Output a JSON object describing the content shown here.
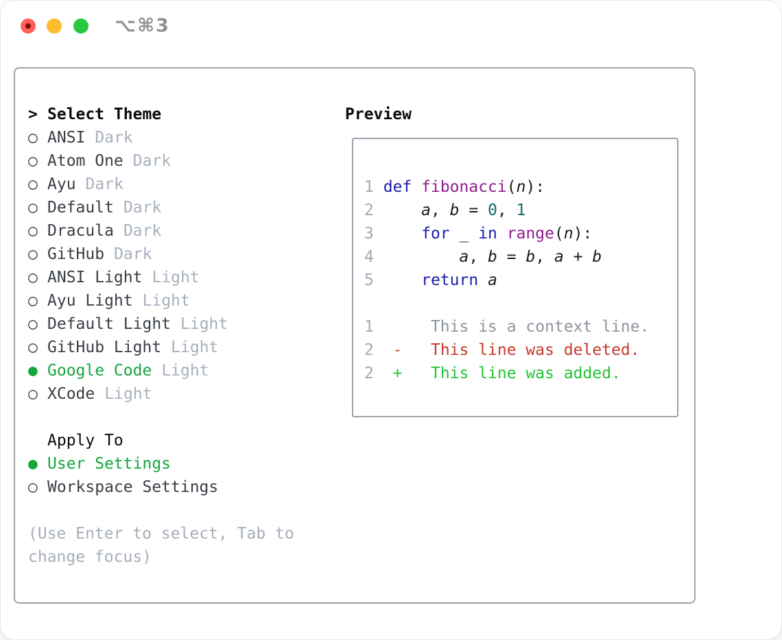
{
  "window": {
    "title": "⌥⌘3"
  },
  "colors": {
    "accent_selected": "#14a73c",
    "item_text": "#383e45",
    "variant_text": "#a7b0bd",
    "header_text": "#0b0b0b",
    "hint_text": "#a6aeb9",
    "panel_border": "#9aa3ad",
    "line_number": "#9fa9b6",
    "keyword": "#1c1caf",
    "function_name": "#8e1d90",
    "number_literal": "#0d6868",
    "plain_code": "#1b1b1b",
    "diff_context": "#8d949d",
    "diff_deleted": "#c43b2a",
    "diff_added": "#22c436",
    "traffic_red": "#ff5f57",
    "traffic_red_dot": "#7e0d08",
    "traffic_yellow": "#febc2e",
    "traffic_green": "#28c840",
    "window_title": "#8e9095"
  },
  "theme_panel": {
    "header": {
      "prefix": ">",
      "label": "Select Theme"
    },
    "unselected_marker": "○",
    "selected_marker": "●",
    "items": [
      {
        "name": "ANSI",
        "variant": "Dark",
        "selected": false
      },
      {
        "name": "Atom One",
        "variant": "Dark",
        "selected": false
      },
      {
        "name": "Ayu",
        "variant": "Dark",
        "selected": false
      },
      {
        "name": "Default",
        "variant": "Dark",
        "selected": false
      },
      {
        "name": "Dracula",
        "variant": "Dark",
        "selected": false
      },
      {
        "name": "GitHub",
        "variant": "Dark",
        "selected": false
      },
      {
        "name": "ANSI Light",
        "variant": "Light",
        "selected": false
      },
      {
        "name": "Ayu Light",
        "variant": "Light",
        "selected": false
      },
      {
        "name": "Default Light",
        "variant": "Light",
        "selected": false
      },
      {
        "name": "GitHub Light",
        "variant": "Light",
        "selected": false
      },
      {
        "name": "Google Code",
        "variant": "Light",
        "selected": true
      },
      {
        "name": "XCode",
        "variant": "Light",
        "selected": false
      }
    ],
    "apply_to": {
      "label": "Apply To",
      "options": [
        {
          "label": "User Settings",
          "selected": true
        },
        {
          "label": "Workspace Settings",
          "selected": false
        }
      ]
    },
    "hint_lines": [
      "(Use Enter to select, Tab to",
      "change focus)"
    ]
  },
  "preview": {
    "label": "Preview",
    "lines": [
      {
        "tokens": [
          {
            "t": "1",
            "c": "ln"
          },
          {
            "t": " ",
            "c": "pl"
          },
          {
            "t": "def",
            "c": "kw"
          },
          {
            "t": " ",
            "c": "pl"
          },
          {
            "t": "fibonacci",
            "c": "fn"
          },
          {
            "t": "(",
            "c": "pl"
          },
          {
            "t": "n",
            "c": "var"
          },
          {
            "t": "):",
            "c": "pl"
          }
        ]
      },
      {
        "tokens": [
          {
            "t": "2",
            "c": "ln"
          },
          {
            "t": "     ",
            "c": "pl"
          },
          {
            "t": "a",
            "c": "var"
          },
          {
            "t": ", ",
            "c": "pl"
          },
          {
            "t": "b",
            "c": "var"
          },
          {
            "t": " = ",
            "c": "pl"
          },
          {
            "t": "0",
            "c": "num"
          },
          {
            "t": ", ",
            "c": "pl"
          },
          {
            "t": "1",
            "c": "num"
          }
        ]
      },
      {
        "tokens": [
          {
            "t": "3",
            "c": "ln"
          },
          {
            "t": "     ",
            "c": "pl"
          },
          {
            "t": "for",
            "c": "kw"
          },
          {
            "t": " _ ",
            "c": "pl"
          },
          {
            "t": "in",
            "c": "kw"
          },
          {
            "t": " ",
            "c": "pl"
          },
          {
            "t": "range",
            "c": "fn"
          },
          {
            "t": "(",
            "c": "pl"
          },
          {
            "t": "n",
            "c": "var"
          },
          {
            "t": "):",
            "c": "pl"
          }
        ]
      },
      {
        "tokens": [
          {
            "t": "4",
            "c": "ln"
          },
          {
            "t": "         ",
            "c": "pl"
          },
          {
            "t": "a",
            "c": "var"
          },
          {
            "t": ", ",
            "c": "pl"
          },
          {
            "t": "b",
            "c": "var"
          },
          {
            "t": " = ",
            "c": "pl"
          },
          {
            "t": "b",
            "c": "var"
          },
          {
            "t": ", ",
            "c": "pl"
          },
          {
            "t": "a",
            "c": "var"
          },
          {
            "t": " + ",
            "c": "pl"
          },
          {
            "t": "b",
            "c": "var"
          }
        ]
      },
      {
        "tokens": [
          {
            "t": "5",
            "c": "ln"
          },
          {
            "t": "     ",
            "c": "pl"
          },
          {
            "t": "return",
            "c": "kw"
          },
          {
            "t": " ",
            "c": "pl"
          },
          {
            "t": "a",
            "c": "var"
          }
        ]
      },
      {
        "tokens": []
      },
      {
        "tokens": [
          {
            "t": "1",
            "c": "ln"
          },
          {
            "t": "      ",
            "c": "pl"
          },
          {
            "t": "This is a context line.",
            "c": "ctx"
          }
        ]
      },
      {
        "tokens": [
          {
            "t": "2",
            "c": "ln"
          },
          {
            "t": "  ",
            "c": "pl"
          },
          {
            "t": "-",
            "c": "del"
          },
          {
            "t": "   ",
            "c": "pl"
          },
          {
            "t": "This line was deleted.",
            "c": "del"
          }
        ]
      },
      {
        "tokens": [
          {
            "t": "2",
            "c": "ln"
          },
          {
            "t": "  ",
            "c": "pl"
          },
          {
            "t": "+",
            "c": "add"
          },
          {
            "t": "   ",
            "c": "pl"
          },
          {
            "t": "This line was added.",
            "c": "add"
          }
        ]
      }
    ]
  }
}
